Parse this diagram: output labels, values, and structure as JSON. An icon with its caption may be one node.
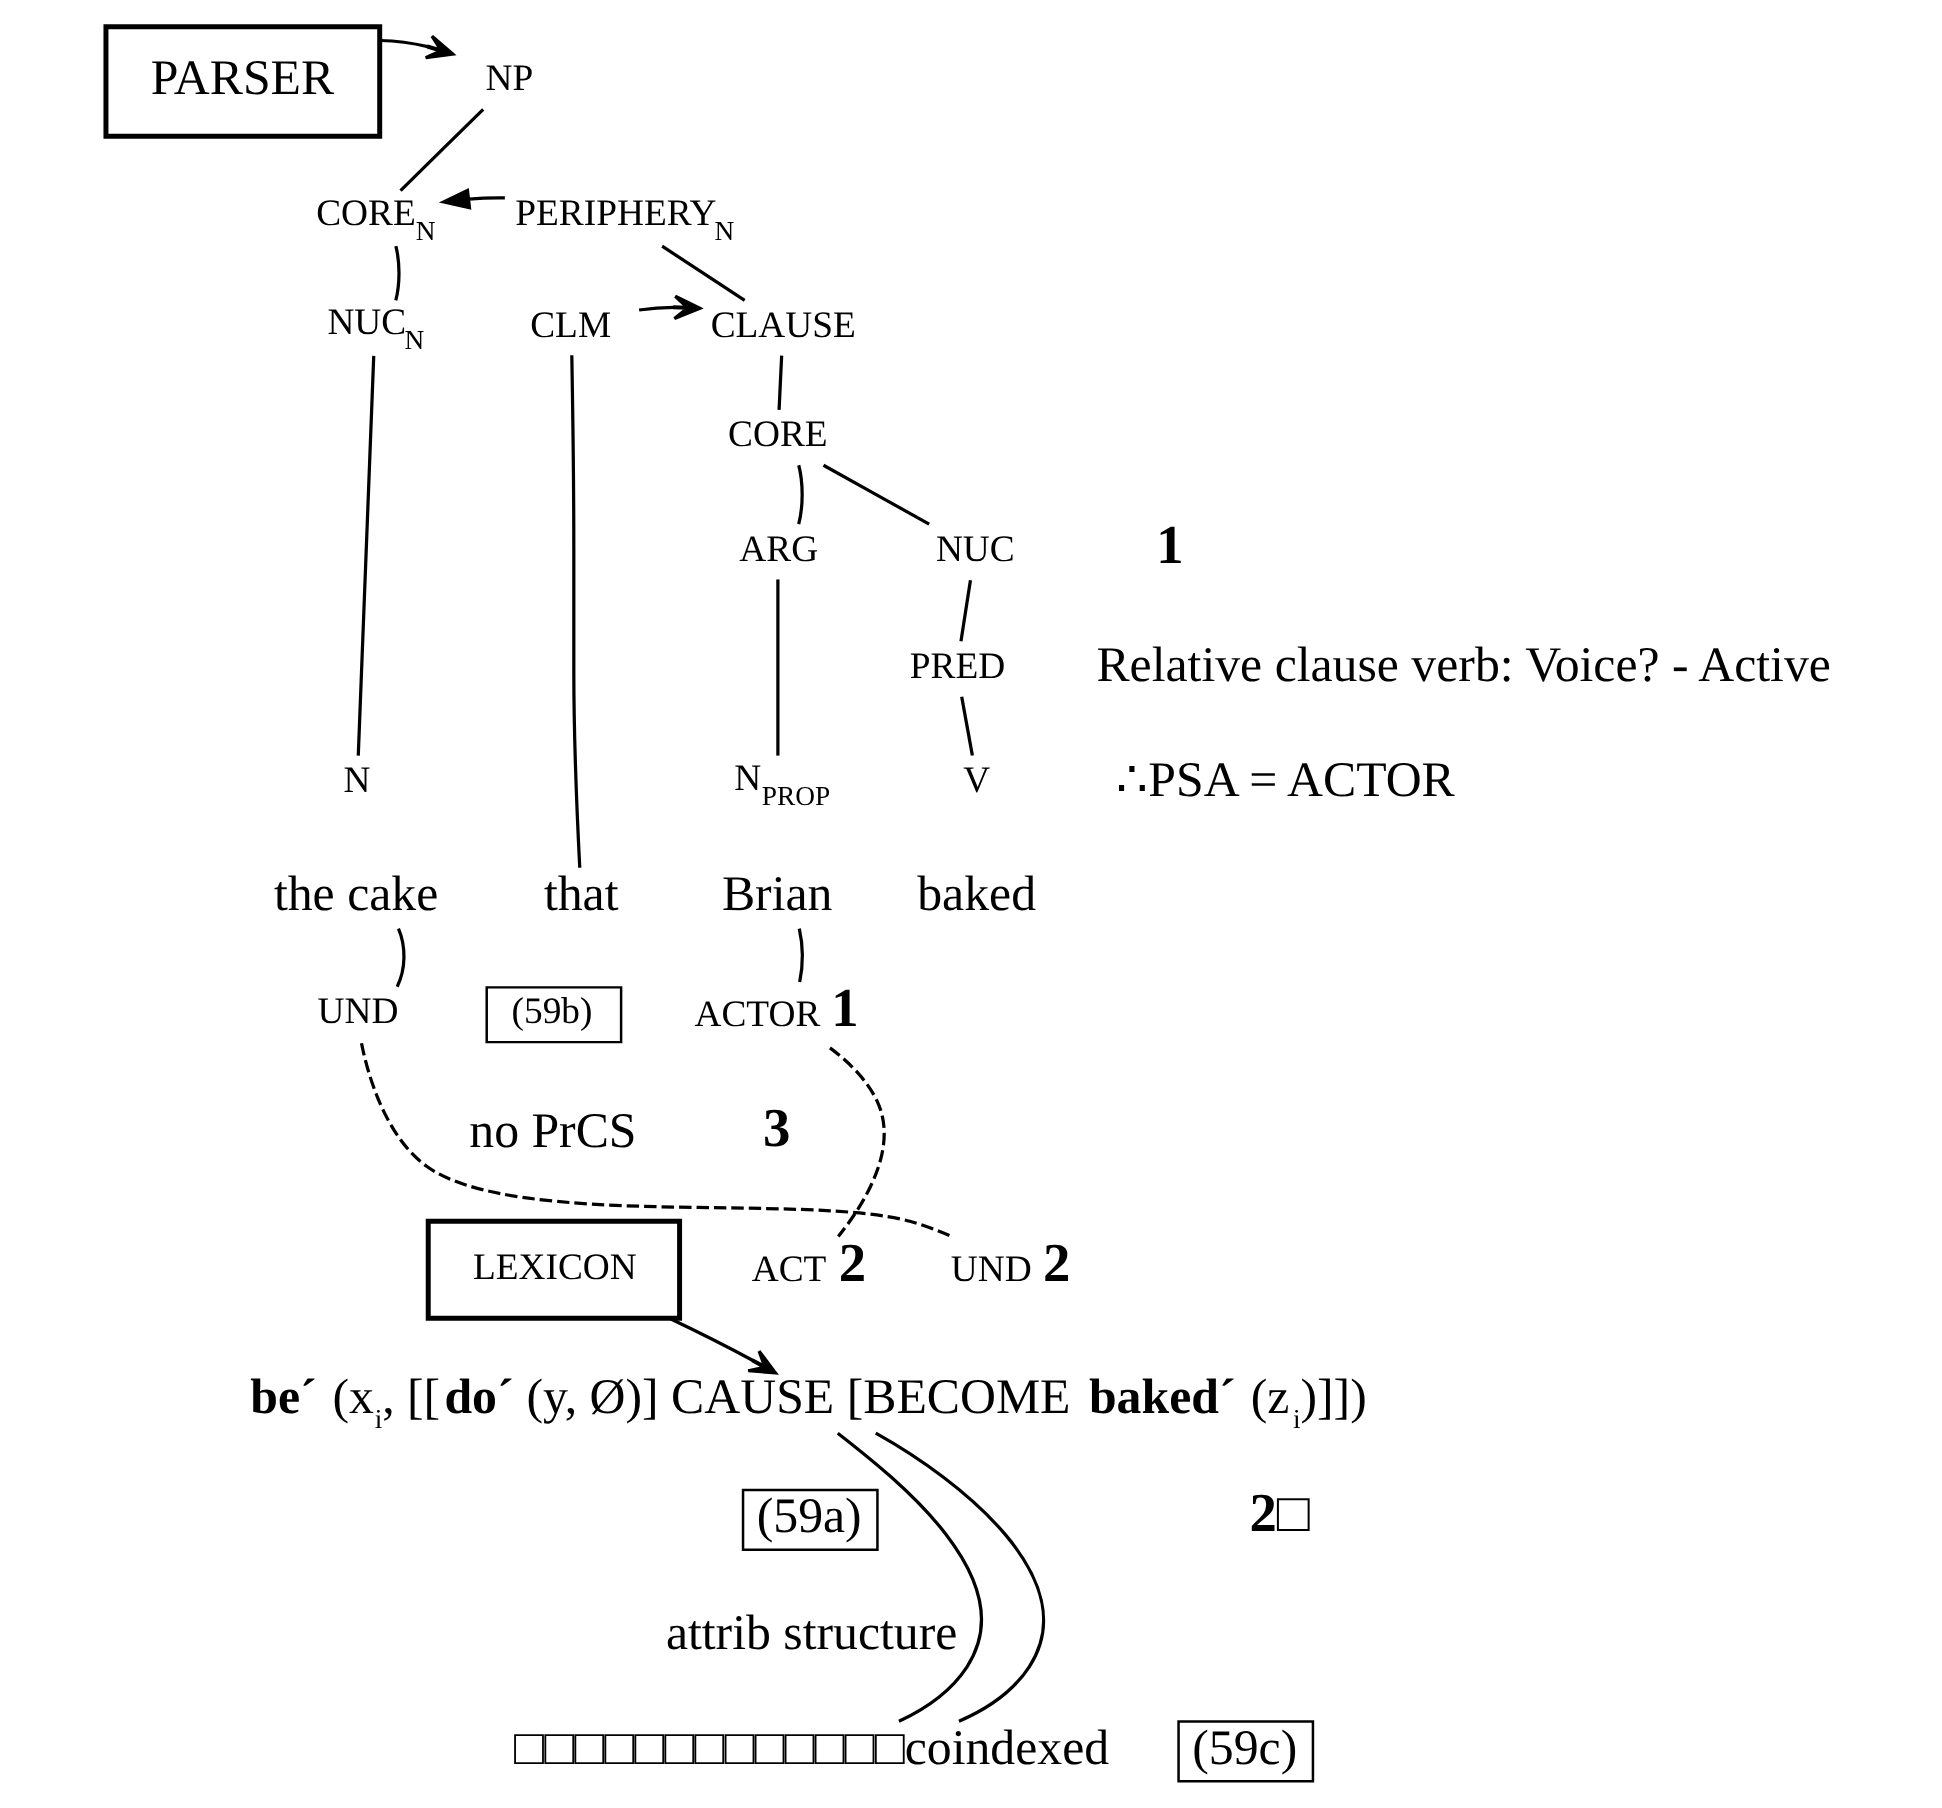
{
  "diagram": {
    "nodes": [
      {
        "text": [
          "PARSER"
        ]
      },
      {
        "text": [
          "NP"
        ]
      },
      {
        "text": [
          "CORE$_{N}$"
        ]
      },
      {
        "text": [
          "PERIPHERY$_{N}$"
        ]
      },
      {
        "text": [
          "NUC$_{N}$"
        ]
      },
      {
        "text": [
          "CLM"
        ]
      },
      {
        "text": [
          "CLAUSE"
        ]
      },
      {
        "text": [
          "CORE"
        ]
      },
      {
        "text": [
          "ARG"
        ]
      },
      {
        "text": [
          "NUC"
        ]
      },
      {
        "text": [
          "PRED"
        ]
      },
      {
        "text": [
          "N"
        ]
      },
      {
        "text": [
          "N$_{PROP}$"
        ]
      },
      {
        "text": [
          "V"
        ]
      },
      {
        "text": [
          "the cake"
        ]
      },
      {
        "text": [
          "that"
        ]
      },
      {
        "text": [
          "Brian"
        ]
      },
      {
        "text": [
          "baked"
        ]
      },
      {
        "text": [
          "UND"
        ]
      },
      {
        "text": [
          "(59b)"
        ]
      },
      {
        "text": [
          "ACTOR"
        ],
        "beside": [
          "1"
        ]
      },
      {
        "text": [
          "LEXICON"
        ]
      },
      {
        "text": [
          "ACT"
        ],
        "beside": [
          "2"
        ]
      },
      {
        "text": [
          "UND"
        ],
        "beside": [
          "2"
        ]
      },
      {
        "text": [
          "**be´** (x$_{i}$, [[**do´** (y, Ø)] CAUSE [BECOME **baked´** (z$_{i}$)]])"
        ]
      },
      {
        "text": [
          "(59a)"
        ]
      },
      {
        "text": [
          "□□□□□□□□□□□□□coindexed"
        ]
      },
      {
        "text": [
          "(59c)"
        ]
      }
    ],
    "edges": [
      {
        "from": 0,
        "to": 1,
        "arrow": "to"
      },
      {
        "from": 1,
        "to": 2,
        "arrow": "none"
      },
      {
        "from": 3,
        "to": 2,
        "arrow": "to"
      },
      {
        "from": 2,
        "to": 4,
        "arrow": "none"
      },
      {
        "from": 3,
        "to": 6,
        "arrow": "none"
      },
      {
        "from": 5,
        "to": 6,
        "arrow": "to"
      },
      {
        "from": 4,
        "to": 11,
        "arrow": "none"
      },
      {
        "from": 5,
        "to": 15,
        "arrow": "none"
      },
      {
        "from": 6,
        "to": 7,
        "arrow": "none"
      },
      {
        "from": 7,
        "to": 8,
        "arrow": "none"
      },
      {
        "from": 7,
        "to": 9,
        "arrow": "none"
      },
      {
        "from": 8,
        "to": 12,
        "arrow": "none"
      },
      {
        "from": 9,
        "to": 10,
        "arrow": "none"
      },
      {
        "from": 10,
        "to": 13,
        "arrow": "none"
      },
      {
        "from": 14,
        "to": 18,
        "arrow": "none"
      },
      {
        "from": 16,
        "to": 20,
        "arrow": "none"
      },
      {
        "from": 18,
        "to": 23,
        "arrow": "none",
        "style": "dashed"
      },
      {
        "from": 20,
        "to": 22,
        "arrow": "none",
        "style": "dashed"
      },
      {
        "from": 21,
        "to": 24,
        "arrow": "to"
      },
      {
        "from": 24,
        "to": 26,
        "arrow": "none"
      },
      {
        "from": 24,
        "to": 26,
        "arrow": "none"
      }
    ],
    "labels": [
      "1",
      "Relative clause verb: Voice? - Active",
      "∴PSA = ACTOR",
      "no PrCS",
      "3",
      "2□",
      "attrib structure"
    ]
  }
}
